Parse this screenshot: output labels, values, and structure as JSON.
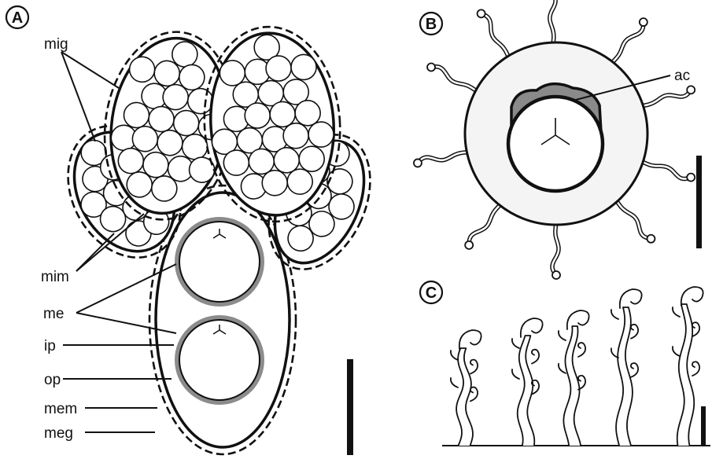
{
  "panels": {
    "a": "A",
    "b": "B",
    "c": "C"
  },
  "labels": {
    "mig": "mig",
    "mim": "mim",
    "me": "me",
    "ip": "ip",
    "op": "op",
    "mem": "mem",
    "meg": "meg",
    "ac": "ac"
  },
  "colors": {
    "stroke": "#111111",
    "megaspore_rim": "#8c8c8c",
    "apical_cap": "#8a8a8a",
    "wall_fill": "#f4f4f4"
  }
}
